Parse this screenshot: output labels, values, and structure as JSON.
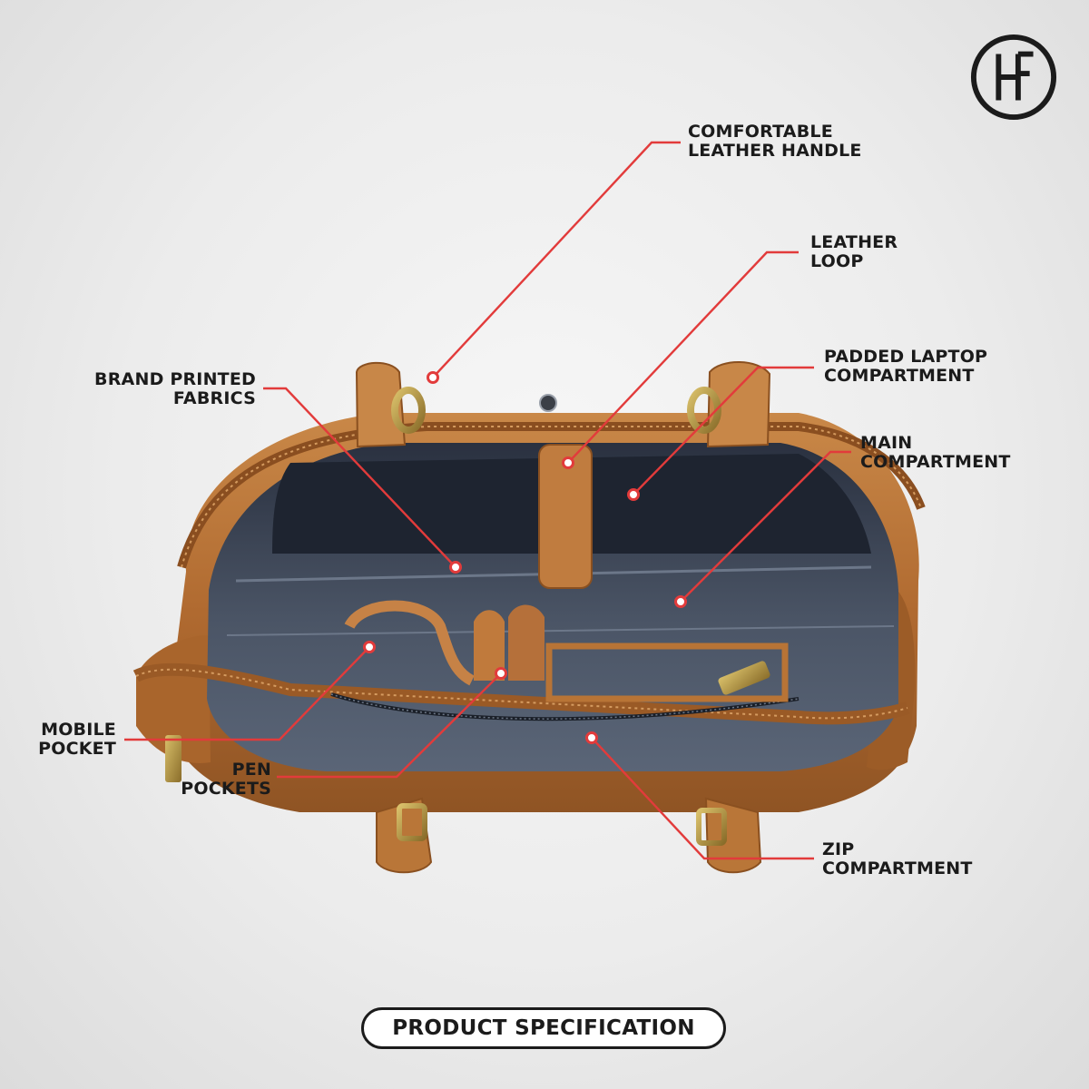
{
  "brand": {
    "logo_text": "HF"
  },
  "colors": {
    "callout_line": "#e23b3b",
    "leather": "#b57237",
    "lining": "#3d4654",
    "text": "#1b1b1b"
  },
  "callouts": [
    {
      "id": "handle",
      "lines": [
        "COMFORTABLE",
        "LEATHER HANDLE"
      ]
    },
    {
      "id": "loop",
      "lines": [
        "LEATHER",
        "LOOP"
      ]
    },
    {
      "id": "laptop",
      "lines": [
        "PADDED LAPTOP",
        "COMPARTMENT"
      ]
    },
    {
      "id": "main",
      "lines": [
        "MAIN",
        "COMPARTMENT"
      ]
    },
    {
      "id": "fabrics",
      "lines": [
        "BRAND PRINTED",
        "FABRICS"
      ]
    },
    {
      "id": "mobile",
      "lines": [
        "MOBILE",
        "POCKET"
      ]
    },
    {
      "id": "pen",
      "lines": [
        "PEN",
        "POCKETS"
      ]
    },
    {
      "id": "zip",
      "lines": [
        "ZIP",
        "COMPARTMENT"
      ]
    }
  ],
  "footer": {
    "button_label": "PRODUCT SPECIFICATION"
  }
}
